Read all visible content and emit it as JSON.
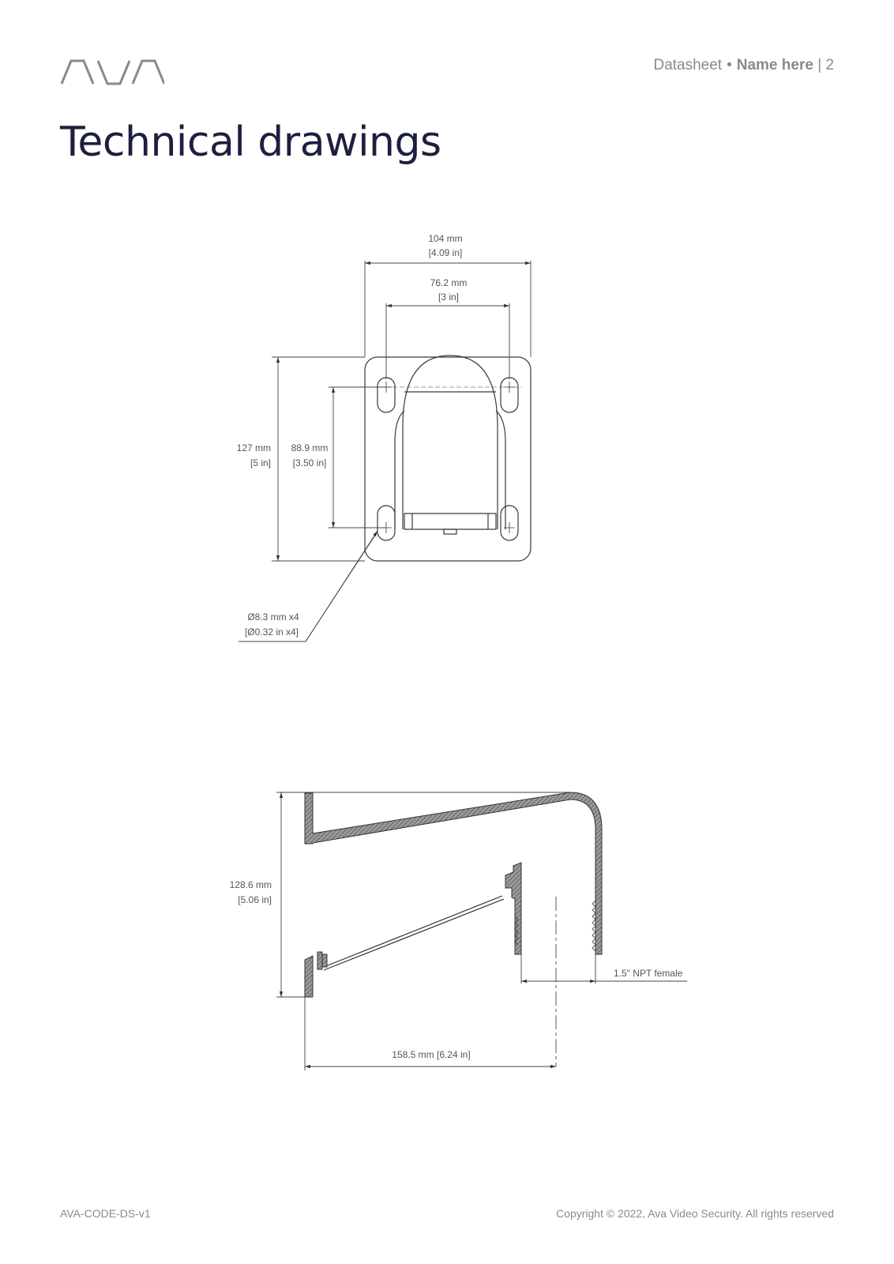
{
  "header": {
    "doc_type": "Datasheet",
    "separator": "•",
    "product_name": "Name here",
    "page_sep": "|",
    "page_number": "2"
  },
  "title": "Technical drawings",
  "top_view": {
    "width_total_mm": "104 mm",
    "width_total_in": "[4.09 in]",
    "width_holes_mm": "76.2 mm",
    "width_holes_in": "[3 in]",
    "height_total_mm": "127 mm",
    "height_total_in": "[5 in]",
    "height_holes_mm": "88.9 mm",
    "height_holes_in": "[3.50 in]",
    "hole_mm": "Ø8.3 mm x4",
    "hole_in": "[Ø0.32 in x4]"
  },
  "side_view": {
    "height_mm": "128.6 mm",
    "height_in": "[5.06 in]",
    "npt_label": "1.5\" NPT female",
    "length_label": "158.5 mm [6.24 in]"
  },
  "footer": {
    "code": "AVA-CODE-DS-v1",
    "copyright": "Copyright © 2022, Ava Video Security. All rights reserved"
  },
  "colors": {
    "title": "#1d1f3f",
    "muted": "#8a8a8a",
    "drawing_stroke": "#3a3a3a",
    "hatch_fill": "#6e6e6e"
  }
}
